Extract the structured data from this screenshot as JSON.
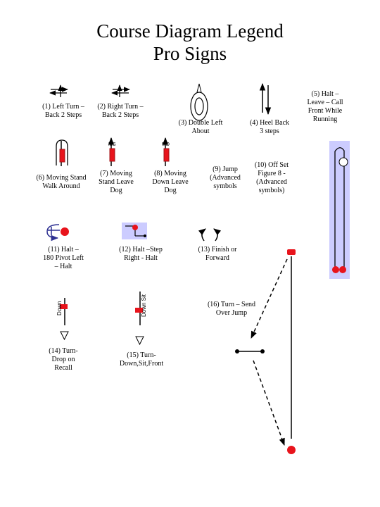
{
  "title": {
    "line1": "Course Diagram Legend",
    "line2": "Pro Signs"
  },
  "colors": {
    "red": "#e8141c",
    "dark_red": "#a01418",
    "blue": "#2e3192",
    "lavender": "#ccccff"
  },
  "signs": [
    {
      "id": "left-turn",
      "lines": [
        "(1) Left Turn –",
        "Back 2 Steps"
      ]
    },
    {
      "id": "right-turn",
      "lines": [
        "(2) Right Turn –",
        "Back 2 Steps"
      ]
    },
    {
      "id": "double-left-about",
      "lines": [
        "(3) Double Left",
        "About"
      ]
    },
    {
      "id": "heel-back",
      "lines": [
        "(4) Heel Back",
        "3 steps"
      ]
    },
    {
      "id": "halt-leave-call-front",
      "lines": [
        "(5) Halt –",
        "Leave – Call",
        "Front While",
        "Running"
      ]
    },
    {
      "id": "moving-stand-walk-around",
      "lines": [
        "(6) Moving Stand",
        "Walk Around"
      ]
    },
    {
      "id": "moving-stand-leave-dog",
      "lines": [
        "(7) Moving",
        "Stand Leave",
        "Dog"
      ]
    },
    {
      "id": "moving-down-leave-dog",
      "lines": [
        "(8) Moving",
        "Down Leave",
        "Dog"
      ]
    },
    {
      "id": "jump",
      "lines": [
        "(9) Jump",
        "(Advanced",
        "symbols"
      ]
    },
    {
      "id": "off-set-figure-8",
      "lines": [
        "(10) Off Set",
        "Figure 8  -",
        "(Advanced",
        "symbols)"
      ]
    },
    {
      "id": "halt-pivot-left",
      "lines": [
        "(11) Halt –",
        "180 Pivot Left",
        "– Halt"
      ]
    },
    {
      "id": "halt-step-right",
      "lines": [
        "(12) Halt –Step",
        "Right - Halt"
      ]
    },
    {
      "id": "finish-forward",
      "lines": [
        "(13) Finish or",
        "Forward"
      ]
    },
    {
      "id": "turn-drop-on-recall",
      "lines": [
        "(14) Turn-",
        "Drop on",
        "Recall"
      ]
    },
    {
      "id": "turn-down-sit-front",
      "lines": [
        "(15) Turn-",
        "Down,Sit,Front"
      ]
    },
    {
      "id": "turn-send-over-jump",
      "lines": [
        "(16) Turn – Send",
        "Over Jump"
      ]
    }
  ],
  "symbol_text": {
    "ms": "MS",
    "md": "MD",
    "down": "Down",
    "down_sit": "Down Sit"
  }
}
